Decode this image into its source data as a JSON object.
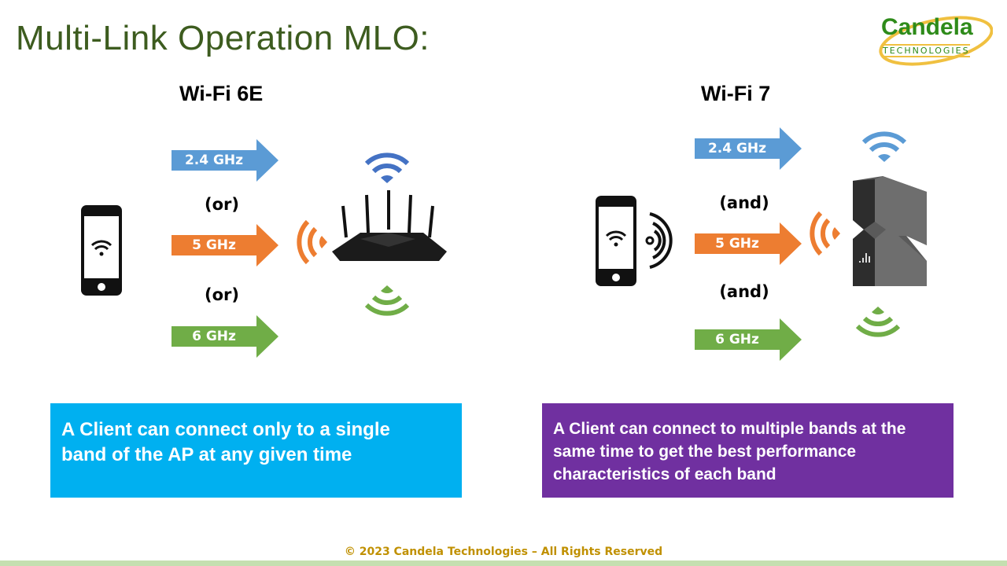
{
  "title": "Multi-Link Operation MLO:",
  "logo": {
    "name": "Candela",
    "sub": "TECHNOLOGIES"
  },
  "left": {
    "heading": "Wi-Fi 6E",
    "bands": [
      "2.4 GHz",
      "5 GHz",
      "6 GHz"
    ],
    "connectors": [
      "(or)",
      "(or)"
    ],
    "description": "A Client can connect only to a single band of the AP at any given time"
  },
  "right": {
    "heading": "Wi-Fi 7",
    "bands": [
      "2.4 GHz",
      "5 GHz",
      "6 GHz"
    ],
    "connectors": [
      "(and)",
      "(and)"
    ],
    "description": "A Client can connect to multiple bands at the same time to get the best performance characteristics of each band"
  },
  "colors": {
    "blue": "#5b9bd5",
    "orange": "#ed7d31",
    "green": "#70ad47",
    "cyan_box": "#00b0f0",
    "purple_box": "#7030a0",
    "title": "#3d5c1f"
  },
  "footer": "© 2023 Candela Technologies – All Rights Reserved"
}
